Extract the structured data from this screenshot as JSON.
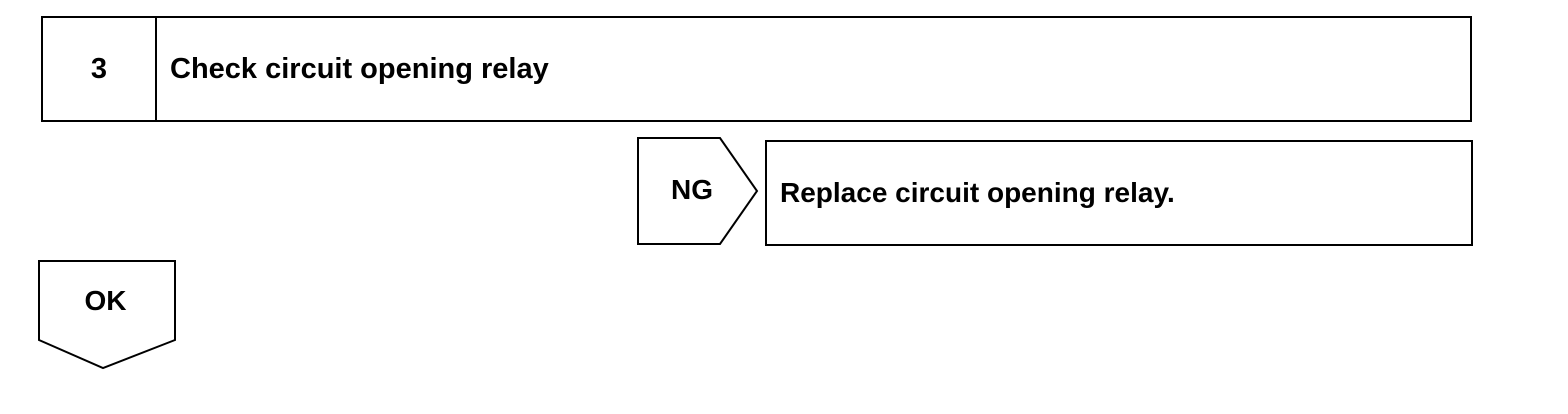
{
  "step": {
    "number": "3",
    "title": "Check circuit opening relay"
  },
  "ng_branch": {
    "label": "NG",
    "action": "Replace circuit opening relay."
  },
  "ok_branch": {
    "label": "OK"
  }
}
